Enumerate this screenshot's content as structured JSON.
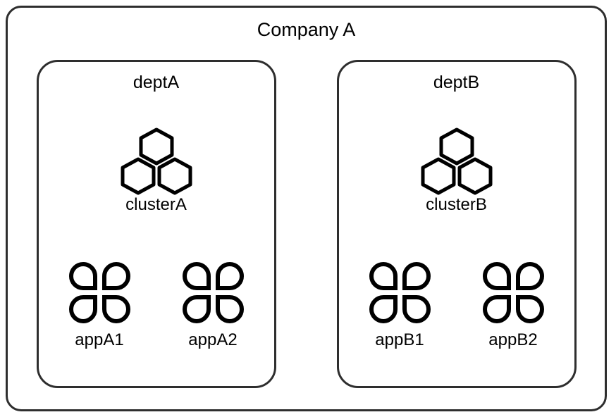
{
  "company": {
    "label": "Company A",
    "departments": [
      {
        "label": "deptA",
        "cluster": {
          "label": "clusterA",
          "icon": "hexagon-cluster-icon"
        },
        "apps": [
          {
            "label": "appA1",
            "icon": "clover-app-icon"
          },
          {
            "label": "appA2",
            "icon": "clover-app-icon"
          }
        ]
      },
      {
        "label": "deptB",
        "cluster": {
          "label": "clusterB",
          "icon": "hexagon-cluster-icon"
        },
        "apps": [
          {
            "label": "appB1",
            "icon": "clover-app-icon"
          },
          {
            "label": "appB2",
            "icon": "clover-app-icon"
          }
        ]
      }
    ]
  },
  "colors": {
    "icon_stroke": "#000000",
    "box_border": "#2e2e2e",
    "background": "#ffffff",
    "text": "#000000"
  }
}
